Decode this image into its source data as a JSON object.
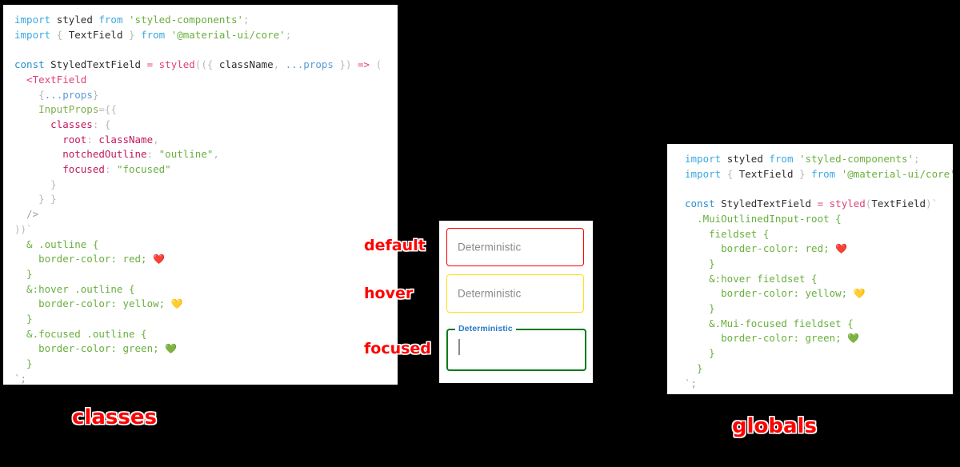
{
  "background_color": "#000000",
  "panels": {
    "classes": {
      "caption": "classes",
      "code_lines": [
        [
          {
            "t": "import ",
            "c": "kw"
          },
          {
            "t": "styled ",
            "c": "plain"
          },
          {
            "t": "from ",
            "c": "kw"
          },
          {
            "t": "'styled-components'",
            "c": "str"
          },
          {
            "t": ";",
            "c": "punc"
          }
        ],
        [
          {
            "t": "import ",
            "c": "kw"
          },
          {
            "t": "{ ",
            "c": "punc"
          },
          {
            "t": "TextField",
            "c": "plain"
          },
          {
            "t": " } ",
            "c": "punc"
          },
          {
            "t": "from ",
            "c": "kw"
          },
          {
            "t": "'@material-ui/core'",
            "c": "str"
          },
          {
            "t": ";",
            "c": "punc"
          }
        ],
        [],
        [
          {
            "t": "const ",
            "c": "const"
          },
          {
            "t": "StyledTextField ",
            "c": "plain"
          },
          {
            "t": "= ",
            "c": "op"
          },
          {
            "t": "styled",
            "c": "fn"
          },
          {
            "t": "((",
            "c": "punc"
          },
          {
            "t": "{ ",
            "c": "punc"
          },
          {
            "t": "className",
            "c": "plain"
          },
          {
            "t": ", ",
            "c": "punc"
          },
          {
            "t": "...props ",
            "c": "spread"
          },
          {
            "t": "}) ",
            "c": "punc"
          },
          {
            "t": "=> ",
            "c": "op"
          },
          {
            "t": "(",
            "c": "punc"
          }
        ],
        [
          {
            "t": "  <TextField",
            "c": "tag"
          }
        ],
        [
          {
            "t": "    {",
            "c": "punc"
          },
          {
            "t": "...props",
            "c": "spread"
          },
          {
            "t": "}",
            "c": "punc"
          }
        ],
        [
          {
            "t": "    InputProps",
            "c": "attr"
          },
          {
            "t": "={{",
            "c": "punc"
          }
        ],
        [
          {
            "t": "      classes",
            "c": "prop"
          },
          {
            "t": ": {",
            "c": "punc"
          }
        ],
        [
          {
            "t": "        root",
            "c": "prop"
          },
          {
            "t": ": ",
            "c": "punc"
          },
          {
            "t": "className",
            "c": "prop"
          },
          {
            "t": ",",
            "c": "punc"
          }
        ],
        [
          {
            "t": "        notchedOutline",
            "c": "prop"
          },
          {
            "t": ": ",
            "c": "punc"
          },
          {
            "t": "\"outline\"",
            "c": "str"
          },
          {
            "t": ",",
            "c": "punc"
          }
        ],
        [
          {
            "t": "        focused",
            "c": "prop"
          },
          {
            "t": ": ",
            "c": "punc"
          },
          {
            "t": "\"focused\"",
            "c": "str"
          }
        ],
        [
          {
            "t": "      }",
            "c": "punc"
          }
        ],
        [
          {
            "t": "    } }",
            "c": "punc"
          }
        ],
        [
          {
            "t": "  />",
            "c": "dim"
          }
        ],
        [
          {
            "t": "))`",
            "c": "punc"
          }
        ],
        [
          {
            "t": "  & .outline {",
            "c": "css"
          }
        ],
        [
          {
            "t": "    border-color: red; ",
            "c": "css"
          },
          {
            "t": "❤️",
            "c": "emoji"
          }
        ],
        [
          {
            "t": "  }",
            "c": "css"
          }
        ],
        [
          {
            "t": "  &:hover .outline {",
            "c": "css"
          }
        ],
        [
          {
            "t": "    border-color: yellow; ",
            "c": "css"
          },
          {
            "t": "💛",
            "c": "emoji"
          }
        ],
        [
          {
            "t": "  }",
            "c": "css"
          }
        ],
        [
          {
            "t": "  &.focused .outline {",
            "c": "css"
          }
        ],
        [
          {
            "t": "    border-color: green; ",
            "c": "css"
          },
          {
            "t": "💚",
            "c": "emoji"
          }
        ],
        [
          {
            "t": "  }",
            "c": "css"
          }
        ],
        [
          {
            "t": "`;",
            "c": "dim"
          }
        ]
      ]
    },
    "globals": {
      "caption": "globals",
      "code_lines": [
        [
          {
            "t": "import ",
            "c": "kw"
          },
          {
            "t": "styled ",
            "c": "plain"
          },
          {
            "t": "from ",
            "c": "kw"
          },
          {
            "t": "'styled-components'",
            "c": "str"
          },
          {
            "t": ";",
            "c": "punc"
          }
        ],
        [
          {
            "t": "import ",
            "c": "kw"
          },
          {
            "t": "{ ",
            "c": "punc"
          },
          {
            "t": "TextField",
            "c": "plain"
          },
          {
            "t": " } ",
            "c": "punc"
          },
          {
            "t": "from ",
            "c": "kw"
          },
          {
            "t": "'@material-ui/core'",
            "c": "str"
          },
          {
            "t": ";",
            "c": "punc"
          }
        ],
        [],
        [
          {
            "t": "const ",
            "c": "const"
          },
          {
            "t": "StyledTextField ",
            "c": "plain"
          },
          {
            "t": "= ",
            "c": "op"
          },
          {
            "t": "styled",
            "c": "fn"
          },
          {
            "t": "(",
            "c": "punc"
          },
          {
            "t": "TextField",
            "c": "plain"
          },
          {
            "t": ")`",
            "c": "punc"
          }
        ],
        [
          {
            "t": "  .MuiOutlinedInput-root {",
            "c": "css"
          }
        ],
        [
          {
            "t": "    fieldset {",
            "c": "css"
          }
        ],
        [
          {
            "t": "      border-color: red; ",
            "c": "css"
          },
          {
            "t": "❤️",
            "c": "emoji"
          }
        ],
        [
          {
            "t": "    }",
            "c": "css"
          }
        ],
        [
          {
            "t": "    &:hover fieldset {",
            "c": "css"
          }
        ],
        [
          {
            "t": "      border-color: yellow; ",
            "c": "css"
          },
          {
            "t": "💛",
            "c": "emoji"
          }
        ],
        [
          {
            "t": "    }",
            "c": "css"
          }
        ],
        [
          {
            "t": "    &.Mui-focused fieldset {",
            "c": "css"
          }
        ],
        [
          {
            "t": "      border-color: green; ",
            "c": "css"
          },
          {
            "t": "💚",
            "c": "emoji"
          }
        ],
        [
          {
            "t": "    }",
            "c": "css"
          }
        ],
        [
          {
            "t": "  }",
            "c": "css"
          }
        ],
        [
          {
            "t": "`;",
            "c": "dim"
          }
        ]
      ]
    }
  },
  "demo": {
    "fields": {
      "default": {
        "value": "Deterministic",
        "state_label": "default",
        "border_color": "#ff0000"
      },
      "hover": {
        "value": "Deterministic",
        "state_label": "hover",
        "border_color": "#ffe014"
      },
      "focused": {
        "notch_label": "Deterministic",
        "value": "",
        "state_label": "focused",
        "border_color": "#007a18",
        "label_color": "#2979c8"
      }
    }
  },
  "accent_colors": {
    "annotation_red": "#ff0000",
    "red": "#ff0000",
    "yellow": "#ffe014",
    "green": "#007a18",
    "blue_label": "#2979c8"
  }
}
